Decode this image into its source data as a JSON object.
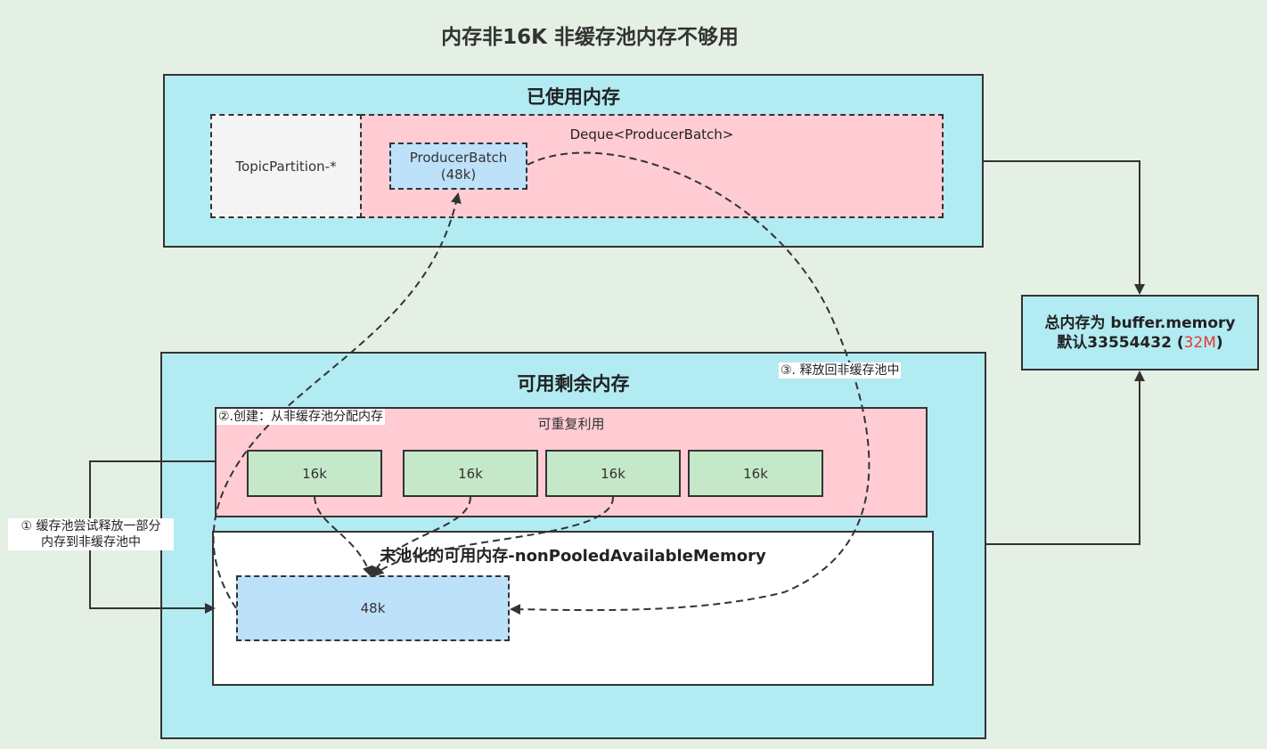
{
  "title": "内存非16K  非缓存池内存不够用",
  "used_memory": {
    "title": "已使用内存",
    "topic_partition": "TopicPartition-*",
    "deque_label": "Deque<ProducerBatch>",
    "producer_batch": {
      "name": "ProducerBatch",
      "size": "(48k)"
    }
  },
  "available_memory": {
    "title": "可用剩余内存",
    "reusable": {
      "label": "可重复利用",
      "chunks": [
        "16k",
        "16k",
        "16k",
        "16k"
      ]
    },
    "non_pooled": {
      "label": "未池化的可用内存-nonPooledAvailableMemory",
      "block": "48k"
    }
  },
  "total_memory": {
    "line1": "总内存为 buffer.memory",
    "line2_prefix": "默认33554432 (",
    "line2_highlight": "32M",
    "line2_suffix": ")",
    "highlight_color": "#e53935"
  },
  "notes": {
    "step1_line1": "① 缓存池尝试释放一部分",
    "step1_line2": "内存到非缓存池中",
    "step2": "②.创建：从非缓存池分配内存",
    "step3": "③. 释放回非缓存池中"
  }
}
